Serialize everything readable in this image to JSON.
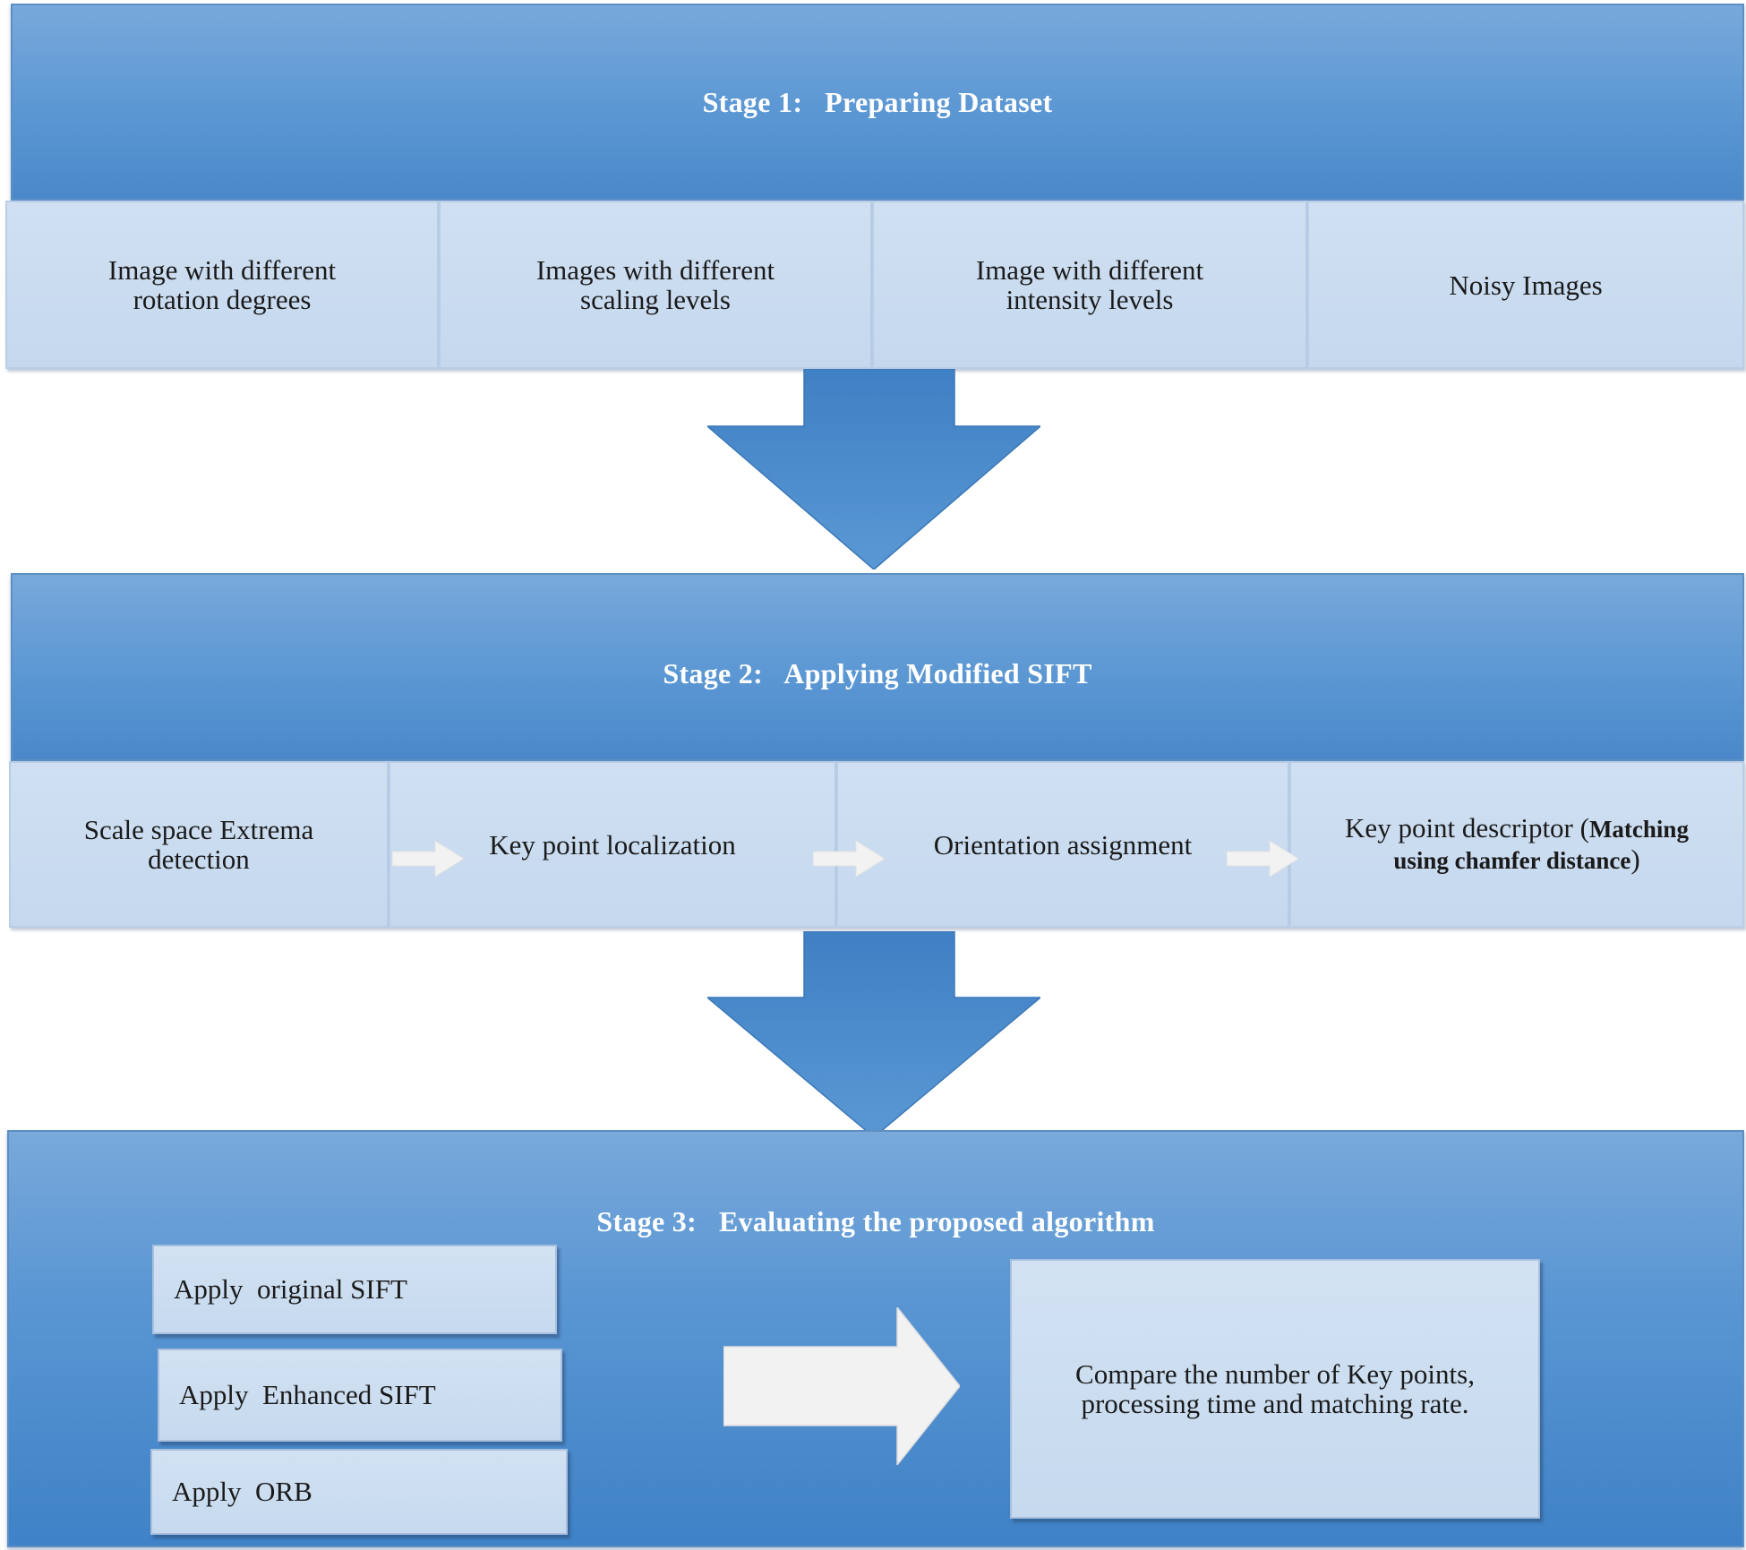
{
  "stage1": {
    "title": "Stage 1:   Preparing Dataset",
    "cells": [
      {
        "line1": "Image with different",
        "line2": "rotation degrees"
      },
      {
        "line1": "Images with different",
        "line2": "scaling levels"
      },
      {
        "line1": "Image with different",
        "line2": "intensity levels"
      },
      {
        "line1": "Noisy Images",
        "line2": ""
      }
    ]
  },
  "stage2": {
    "title": "Stage 2:   Applying Modified SIFT",
    "cells": [
      {
        "line1": "Scale space Extrema",
        "line2": "detection"
      },
      {
        "line1": "Key point localization",
        "line2": ""
      },
      {
        "line1": "Orientation assignment",
        "line2": ""
      },
      {
        "line1": "Key point descriptor (",
        "bold1": "Matching",
        "bold2": "using chamfer distance",
        "tail": ")"
      }
    ]
  },
  "stage3": {
    "title": "Stage 3:   Evaluating the proposed algorithm",
    "apply": [
      "Apply  original SIFT",
      "Apply  Enhanced SIFT",
      "Apply  ORB"
    ],
    "compare": {
      "line1": "Compare the number of Key points,",
      "line2": "processing time and matching rate."
    }
  },
  "colors": {
    "band": "#5b97d3",
    "cell": "#c9dbef",
    "arrow": "#4b8bcb",
    "white_arrow": "#f2f2f2"
  }
}
